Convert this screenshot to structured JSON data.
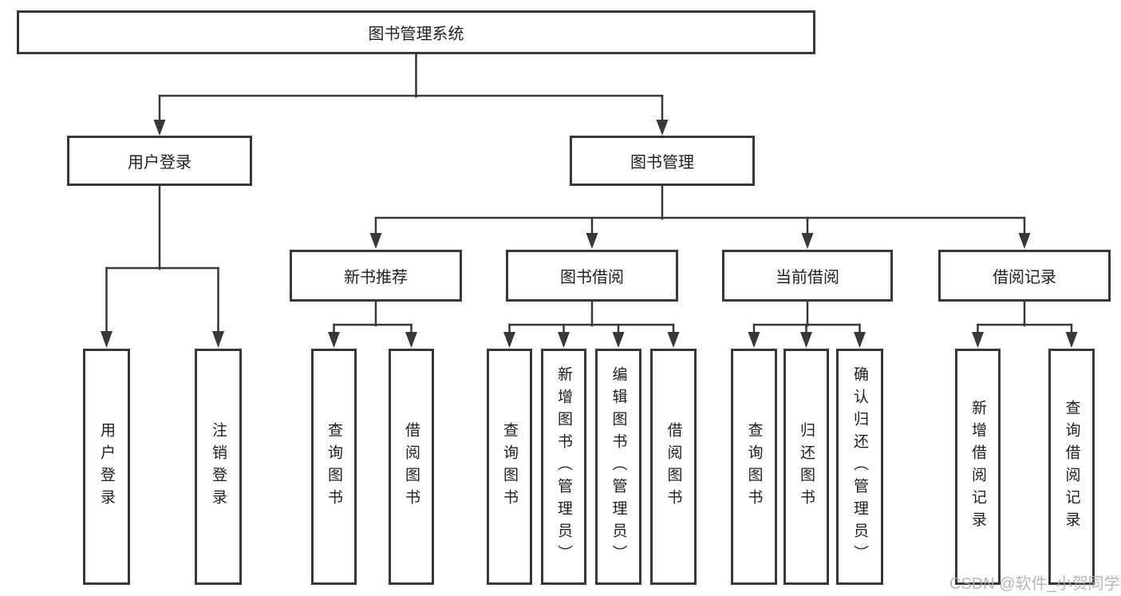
{
  "colors": {
    "line": "#383838",
    "box_border": "#383838",
    "box_fill": "#ffffff",
    "text": "#1f1f1f",
    "watermark": "#aaaaaa",
    "background": "#ffffff"
  },
  "watermark": "CSDN @软件_小贺同学",
  "tree": {
    "root": "图书管理系统",
    "level1": [
      "用户登录",
      "图书管理"
    ],
    "level2": [
      "新书推荐",
      "图书借阅",
      "当前借阅",
      "借阅记录"
    ],
    "user_login_children": [
      "用户登录",
      "注销登录"
    ],
    "new_book_children": [
      "查询图书",
      "借阅图书"
    ],
    "book_borrow_children": [
      "查询图书",
      "新增图书（管理员）",
      "编辑图书（管理员）",
      "借阅图书"
    ],
    "current_borrow_children": [
      "查询图书",
      "归还图书",
      "确认归还（管理员）"
    ],
    "borrow_record_children": [
      "新增借阅记录",
      "查询借阅记录"
    ]
  }
}
